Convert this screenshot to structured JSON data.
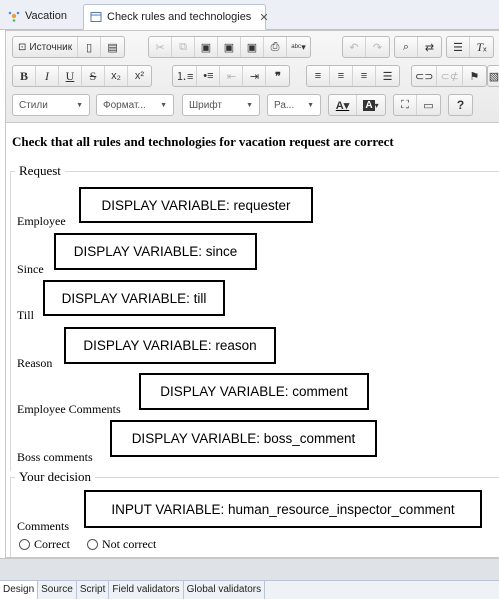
{
  "editor_tabs": [
    {
      "label": "Vacation",
      "active": false
    },
    {
      "label": "Check rules and technologies",
      "active": true
    }
  ],
  "toolbar": {
    "source_label": "Источник",
    "styles": "Стили",
    "format": "Формат...",
    "font": "Шрифт",
    "size": "Ра..."
  },
  "content": {
    "heading": "Check that all rules and technologies for vacation request are correct",
    "request_legend": "Request",
    "decision_legend": "Your decision",
    "fields": {
      "employee_label": "Employee",
      "employee_var": "DISPLAY VARIABLE: requester",
      "since_label": "Since",
      "since_var": "DISPLAY VARIABLE: since",
      "till_label": "Till",
      "till_var": "DISPLAY VARIABLE: till",
      "reason_label": "Reason",
      "reason_var": "DISPLAY VARIABLE: reason",
      "comment_label": "Employee Comments",
      "comment_var": "DISPLAY VARIABLE: comment",
      "boss_label": "Boss comments",
      "boss_var": "DISPLAY VARIABLE: boss_comment",
      "comments_label": "Comments",
      "comments_var": "INPUT VARIABLE: human_resource_inspector_comment"
    },
    "radio": {
      "correct": "Correct",
      "not_correct": "Not correct"
    }
  },
  "bottom_tabs": [
    "Design",
    "Source",
    "Script",
    "Field validators",
    "Global validators"
  ]
}
